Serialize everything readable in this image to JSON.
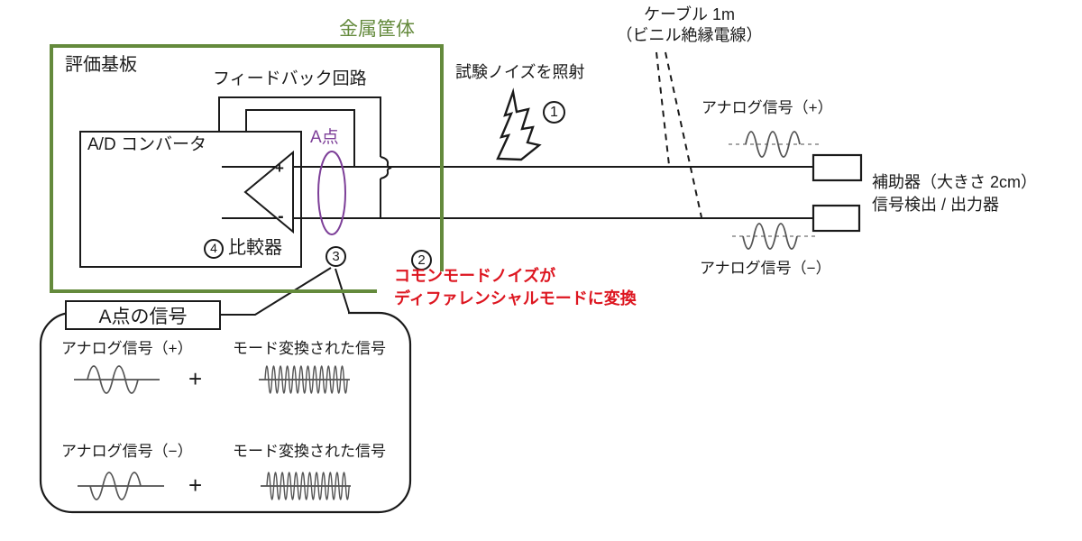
{
  "colors": {
    "enclosure_green": "#648a3c",
    "note_red": "#dd1620",
    "point_a_purple": "#7d3f98",
    "wire_black": "#1a1a1a"
  },
  "enclosure": {
    "label": "金属筐体"
  },
  "board": {
    "label": "評価基板"
  },
  "feedback": {
    "label": "フィードバック回路"
  },
  "adc": {
    "label": "A/D コンバータ",
    "comparator_num": "4",
    "comparator_label": "比較器",
    "input_plus": "+",
    "input_minus": "-"
  },
  "point_a": {
    "label": "A点"
  },
  "noise": {
    "label": "試験ノイズを照射",
    "num": "1"
  },
  "cable": {
    "line1": "ケーブル 1m",
    "line2": "（ビニル絶縁電線）"
  },
  "signals_right": {
    "plus_label": "アナログ信号（+）",
    "minus_label": "アナログ信号（−）"
  },
  "aux": {
    "line1": "補助器（大きさ 2cm）",
    "line2": "信号検出 / 出力器"
  },
  "mode_note": {
    "num": "2",
    "line1": "コモンモードノイズが",
    "line2": "ディファレンシャルモードに変換"
  },
  "callout": {
    "num": "3",
    "title": "A点の信号",
    "rows": [
      {
        "signal": "アナログ信号（+）",
        "plus": "+",
        "converted": "モード変換された信号"
      },
      {
        "signal": "アナログ信号（−）",
        "plus": "+",
        "converted": "モード変換された信号"
      }
    ]
  }
}
